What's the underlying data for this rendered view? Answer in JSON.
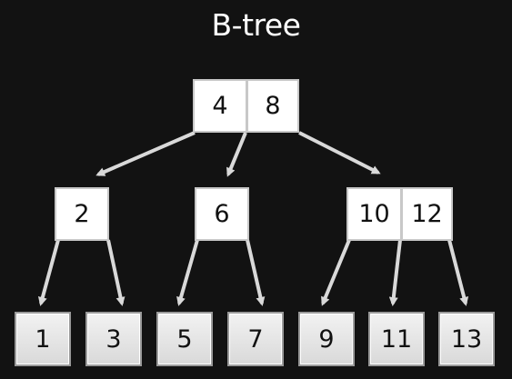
{
  "title": "B-tree",
  "colors": {
    "background": "#121212",
    "node_fill": "#ffffff",
    "leaf_fill": "#e6e6e6",
    "edge": "#d9d9d9",
    "text": "#111111",
    "title": "#ffffff"
  },
  "tree": {
    "root": {
      "keys": [
        "4",
        "8"
      ]
    },
    "internal": [
      {
        "keys": [
          "2"
        ]
      },
      {
        "keys": [
          "6"
        ]
      },
      {
        "keys": [
          "10",
          "12"
        ]
      }
    ],
    "leaves": [
      {
        "keys": [
          "1"
        ]
      },
      {
        "keys": [
          "3"
        ]
      },
      {
        "keys": [
          "5"
        ]
      },
      {
        "keys": [
          "7"
        ]
      },
      {
        "keys": [
          "9"
        ]
      },
      {
        "keys": [
          "11"
        ]
      },
      {
        "keys": [
          "13"
        ]
      }
    ]
  }
}
